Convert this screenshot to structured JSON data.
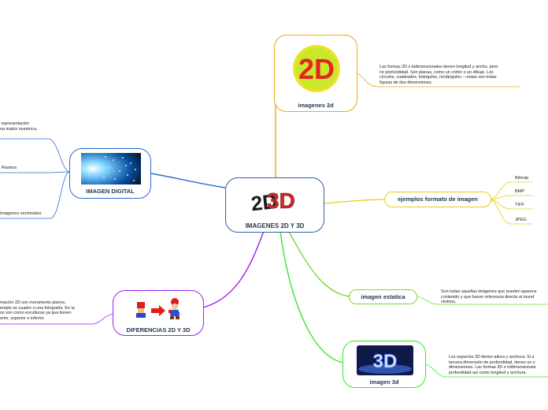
{
  "center": {
    "label": "IMAGENES 2D Y 3D",
    "logo_text_2": "2D",
    "logo_text_3": "3D"
  },
  "node_2d": {
    "label": "imagenes 2d",
    "logo_text": "2D",
    "description": "Las formas 2D o bidimensionales tienen longitud y ancho, pero\nno profundidad. Son planas, como un cómic o un dibujo. Los\ncírculos, cuadrados, triángulos, rectángulos —estas son todas\nfiguras de dos dimensiones."
  },
  "node_formats": {
    "label": "ejemplos formato de imagen",
    "items": [
      "Bitmap",
      "BMP",
      "TIFF",
      "JPEG"
    ]
  },
  "node_static": {
    "label": "imagen estatica",
    "description": "Son todas aquellas imágenes que pueden aparece\ncontenido y que hacen referencia directa al mund\nvivimos."
  },
  "node_3d": {
    "label": "imagen 3d",
    "logo_text": "3D",
    "description": "Los espacios 2D tienen altura y anchura. Si a\ntercera dimensión de profundidad, tienes un o\ndimensiones. Las formas 3D o tridimensionale\nprofundidad así como longitud y anchura."
  },
  "node_digital": {
    "label": "IMAGEN DIGITAL",
    "leaves": [
      " representación\nna matriz numérica,",
      "Rasters",
      "imagenes vectoriales"
    ]
  },
  "node_diff": {
    "label": "DIFERENCIAS 2D Y 3D",
    "description": "mación 2D son meramente planos,\nemplo un cuadro o una fotografía. En la\nos son como esculturas ya que tienen\nerior, superior e inferior."
  },
  "colors": {
    "orange": "#f5a318",
    "yellow": "#e3cc1b",
    "green": "#7fd82a",
    "bright_green": "#37e62b",
    "blue": "#2a6cd2",
    "purple": "#a020f0",
    "center_border": "#2f5fa8"
  }
}
